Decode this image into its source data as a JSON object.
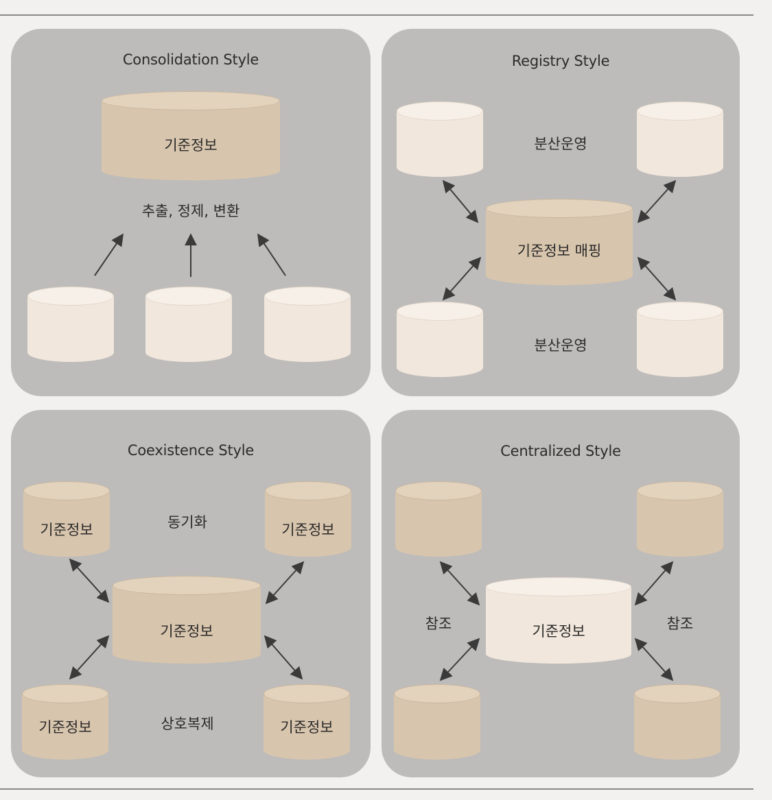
{
  "colors": {
    "panel": "#bdbcba",
    "master": "#d8c5ad",
    "master_top": "#e3d3bd",
    "source": "#f1e7dc",
    "source_top": "#f7f0e8",
    "arrow": "#3a3a3a"
  },
  "panels": {
    "consolidation": {
      "title": "Consolidation Style",
      "master_label": "기준정보",
      "process_label": "추출,  정제,  변환"
    },
    "registry": {
      "title": "Registry Style",
      "top_label": "분산운영",
      "center_label": "기준정보 매핑",
      "bottom_label": "분산운영"
    },
    "coexistence": {
      "title": "Coexistence Style",
      "center_label": "기준정보",
      "top_left_label": "기준정보",
      "top_right_label": "기준정보",
      "bottom_left_label": "기준정보",
      "bottom_right_label": "기준정보",
      "sync_label": "동기화",
      "replication_label": "상호복제"
    },
    "centralized": {
      "title": "Centralized Style",
      "center_label": "기준정보",
      "left_ref_label": "참조",
      "right_ref_label": "참조"
    }
  }
}
